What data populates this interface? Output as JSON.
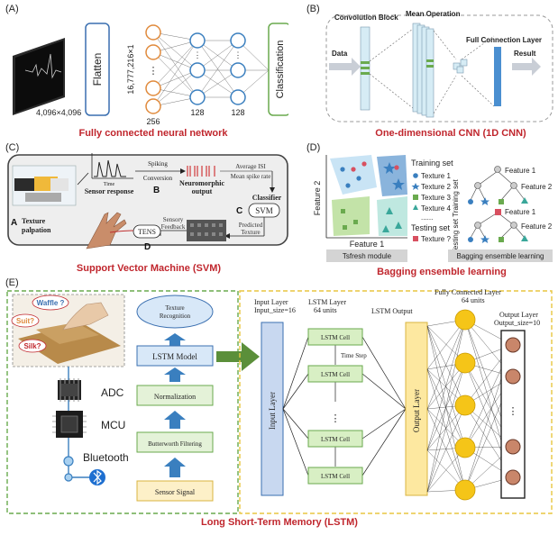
{
  "panels": {
    "a": {
      "label": "(A)",
      "image_size": "4,096×4,096",
      "flatten": "Flatten",
      "vector_size": "16,777,216×1",
      "layer_sizes": [
        "256",
        "128",
        "128"
      ],
      "ellipsis": "⋮",
      "output": "Classification",
      "caption": "Fully connected neural network"
    },
    "b": {
      "label": "(B)",
      "conv_block": "Convolution Block",
      "mean_op": "Mean Operation",
      "fc_layer": "Full Connection Layer",
      "data": "Data",
      "result": "Result",
      "caption": "One-dimensional CNN (1D CNN)"
    },
    "c": {
      "label": "(C)",
      "axis_time": "Time",
      "sensor_response": "Sensor response",
      "spiking_1": "Spiking",
      "spiking_2": "Conversion",
      "marker_b": "B",
      "neuro_1": "Neuromorphic",
      "neuro_2": "output",
      "avg_isi": "Average ISI",
      "mean_spike": "Mean spike rate",
      "classifier": "Classifier",
      "marker_c": "C",
      "svm": "SVM",
      "predicted_1": "Predicted",
      "predicted_2": "Texture",
      "feedback_1": "Sensory",
      "feedback_2": "Feedback",
      "tens": "TENS",
      "marker_d": "D",
      "marker_a": "A",
      "texture_1": "Texture",
      "texture_2": "palpation",
      "caption": "Support Vector Machine (SVM)"
    },
    "d": {
      "label": "(D)",
      "feature2_axis": "Feature 2",
      "feature1_axis": "Feature 1",
      "training_set": "Training set",
      "textures": [
        "Texture 1",
        "Texture 2",
        "Texture 3",
        "Texture 4"
      ],
      "dots": "......",
      "testing_set": "Testing set",
      "texture_q": "Texture ?",
      "tree_feature1": "Feature 1",
      "tree_feature2": "Feature 2",
      "tree_training": "Training set",
      "tree_testing": "Testing set",
      "tsfresh": "Tsfresh module",
      "bagging_learning": "Bagging ensemble learning",
      "caption": "Bagging ensemble learning"
    },
    "e": {
      "label": "(E)",
      "waffle": "Waffle ?",
      "suit": "Suit?",
      "silk": "Silk?",
      "adc": "ADC",
      "mcu": "MCU",
      "bluetooth": "Bluetooth",
      "flow": [
        "Texture Recognition",
        "LSTM Model",
        "Normalization",
        "Butterworth Filtering",
        "Sensor Signal"
      ],
      "input_layer_hdr_1": "Input Layer",
      "input_layer_hdr_2": "Input_size=16",
      "lstm_layer_hdr_1": "LSTM Layer",
      "lstm_layer_hdr_2": "64 units",
      "lstm_output_hdr": "LSTM Output",
      "fc_hdr_1": "Fully Connected Layer",
      "fc_hdr_2": "64 units",
      "output_hdr_1": "Output Layer",
      "output_hdr_2": "Output_size=10",
      "input_layer": "Input Layer",
      "output_layer": "Output Layer",
      "lstm_cell": "LSTM Cell",
      "time_step": "Time Step",
      "ellipsis": "⋮",
      "caption": "Long Short-Term Memory (LSTM)"
    }
  },
  "colors": {
    "caption": "#c0262d",
    "orange_node": "#e08a3c",
    "blue_node": "#3a7fbf",
    "gold_node": "#f5c518",
    "green_dash": "#6aaa4e",
    "yellow_dash": "#e8c640"
  }
}
